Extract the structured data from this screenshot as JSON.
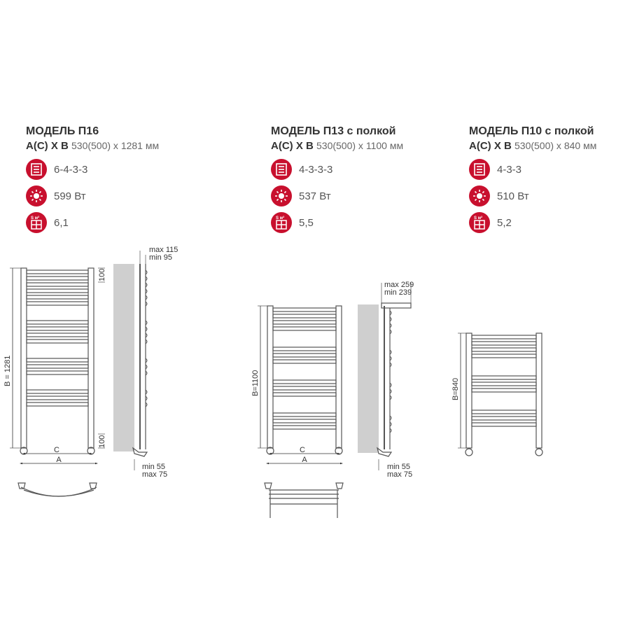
{
  "models": [
    {
      "title": "МОДЕЛЬ П16",
      "dims_label": "A(C) X B",
      "dims_value": "530(500) x 1281 мм",
      "specs": [
        {
          "icon": "rails-icon",
          "text": "6-4-3-3"
        },
        {
          "icon": "sun-icon",
          "text": "599 Вт"
        },
        {
          "icon": "area-icon",
          "text": "6,1"
        }
      ],
      "height_label": "B = 1281",
      "top_offset": "100",
      "bottom_offset": "100",
      "side_max": "max 115",
      "side_min": "min 95",
      "bottom_min": "min 55",
      "bottom_max": "max 75",
      "c_label": "C",
      "a_label": "A"
    },
    {
      "title": "МОДЕЛЬ П13 с полкой",
      "dims_label": "A(C) X B",
      "dims_value": "530(500) x 1100 мм",
      "specs": [
        {
          "icon": "rails-icon",
          "text": "4-3-3-3"
        },
        {
          "icon": "sun-icon",
          "text": "537 Вт"
        },
        {
          "icon": "area-icon",
          "text": "5,5"
        }
      ],
      "height_label": "B=1100",
      "side_max": "max 259",
      "side_min": "min 239",
      "bottom_min": "min 55",
      "bottom_max": "max 75",
      "c_label": "C",
      "a_label": "A"
    },
    {
      "title": "МОДЕЛЬ П10 с полкой",
      "dims_label": "A(C) X B",
      "dims_value": "530(500) x 840 мм",
      "specs": [
        {
          "icon": "rails-icon",
          "text": "4-3-3"
        },
        {
          "icon": "sun-icon",
          "text": "510 Вт"
        },
        {
          "icon": "area-icon",
          "text": "5,2"
        }
      ],
      "height_label": "B=840"
    }
  ],
  "icon_area_caption": "S м²",
  "colors": {
    "accent": "#c8102e",
    "line": "#555555",
    "wall": "#cfcfcf"
  }
}
